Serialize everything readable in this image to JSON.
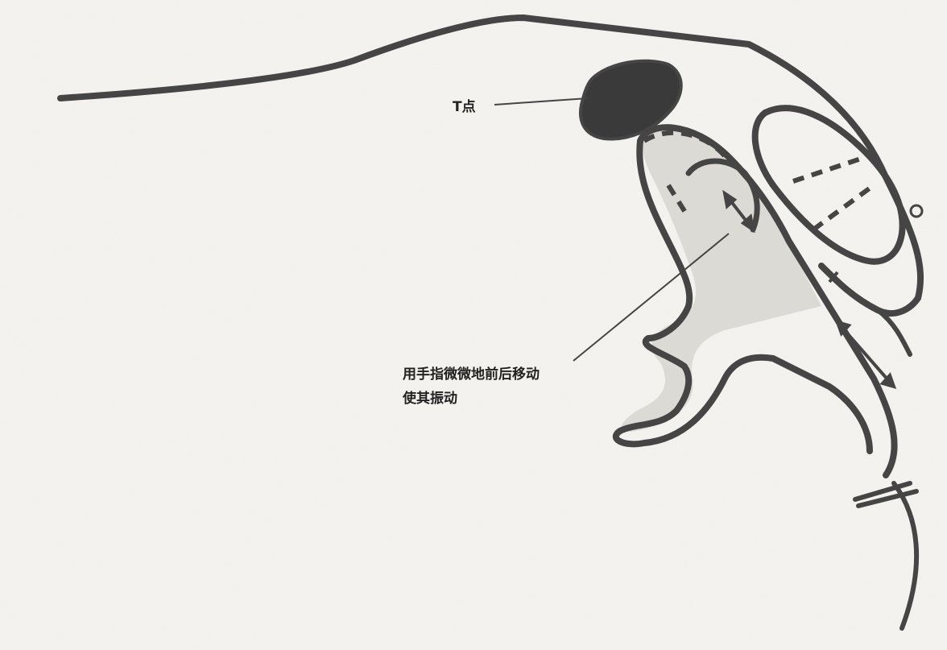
{
  "labels": {
    "t_point": "T点",
    "finger_line1": "用手指微微地前后移动",
    "finger_line2": "使其振动"
  },
  "colors": {
    "background": "#f4f3ef",
    "outline": "#454545",
    "fill_gray": "#dcdad4",
    "dark_spot": "#3a3a3a"
  }
}
